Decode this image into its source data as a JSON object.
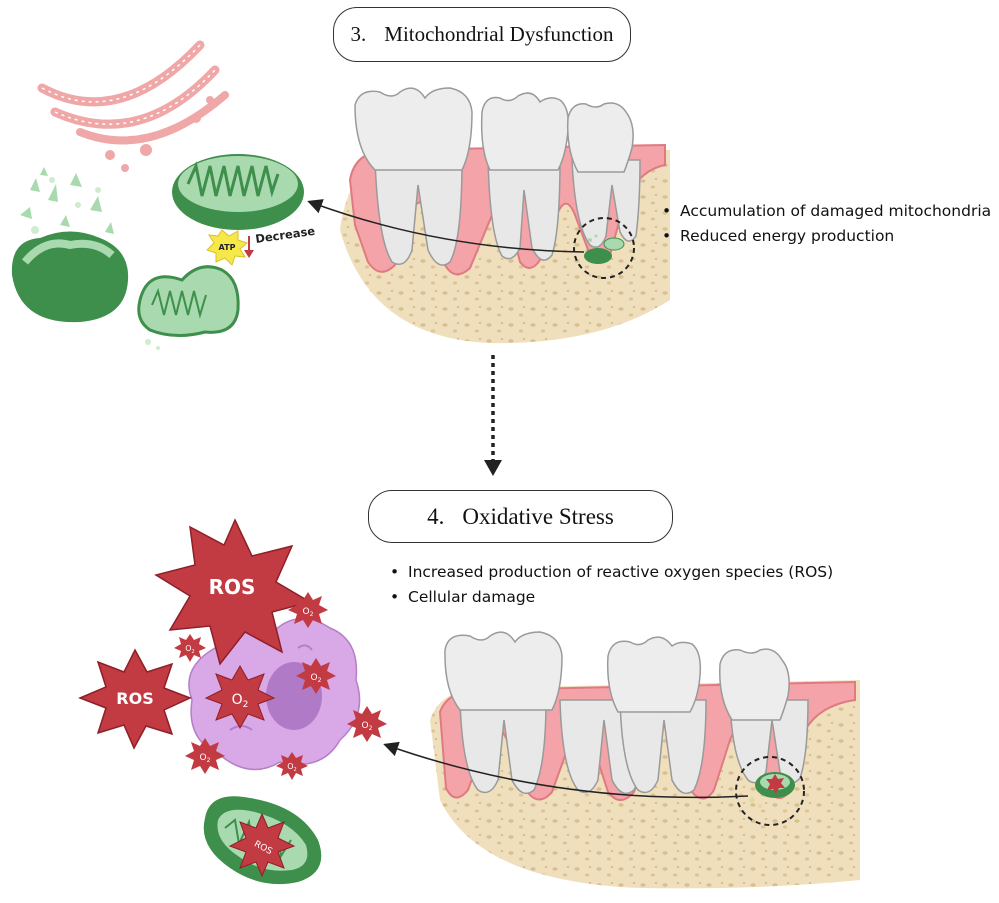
{
  "section3": {
    "number": "3.",
    "title": "Mitochondrial Dysfunction",
    "bullets": [
      "Accumulation of damaged mitochondria",
      "Reduced energy production"
    ],
    "atp_label": "ATP",
    "decrease_label": "Decrease"
  },
  "section4": {
    "number": "4.",
    "title": "Oxidative Stress",
    "bullets": [
      "Increased production of reactive oxygen species (ROS)",
      "Cellular damage"
    ],
    "ros_label": "ROS",
    "o2_label": "O",
    "o2_subscript": "2"
  },
  "colors": {
    "gum": "#f4a3a8",
    "gum_line": "#e07a82",
    "bone": "#f0e2c2",
    "tooth": "#ececec",
    "mito_dark": "#3d8f4b",
    "mito_light": "#a9d9ae",
    "er": "#f0a7a7",
    "ros": "#c23a42",
    "cell": "#d9a8e6",
    "atp": "#f7e84a"
  }
}
